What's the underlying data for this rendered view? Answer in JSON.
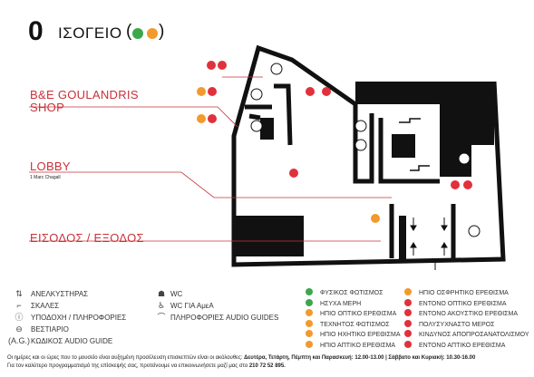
{
  "floor": {
    "number": "0",
    "name": "ΙΣΟΓΕΙΟ",
    "paren_open": "(",
    "paren_close": ")",
    "dot_colors": [
      "#3aa84a",
      "#f29a2e"
    ]
  },
  "zones": {
    "shop": "B&E GOULANDRIS SHOP",
    "lobby": "LOBBY",
    "lobby_note": "1 Marc Chagall",
    "entrance": "ΕΙΣΟΔΟΣ / ΕΞΟΔΟΣ"
  },
  "colors": {
    "red": "#e0313c",
    "orange": "#f29a2e",
    "green": "#3aa84a",
    "zone_red": "#c8323a",
    "wall": "#111111"
  },
  "legend_left": [
    {
      "icon": "elevator-icon",
      "symbol": "⇅",
      "label": "ΑΝΕΛΚΥΣΤΗΡΑΣ"
    },
    {
      "icon": "stairs-icon",
      "symbol": "⌐",
      "label": "ΣΚΑΛΕΣ"
    },
    {
      "icon": "info-icon",
      "symbol": "ⓘ",
      "label": "ΥΠΟΔΟΧΗ / ΠΛΗΡΟΦΟΡΙΕΣ"
    },
    {
      "icon": "wardrobe-icon",
      "symbol": "⊖",
      "label": "ΒΕΣΤΙΑΡΙΟ"
    },
    {
      "icon": "audio-guide-code-icon",
      "symbol": "(A.G.)",
      "label": "ΚΩΔΙΚΟΣ AUDIO GUIDE"
    }
  ],
  "legend_mid": [
    {
      "icon": "wc-icon",
      "symbol": "☗",
      "label": "WC"
    },
    {
      "icon": "wc-accessible-icon",
      "symbol": "♿",
      "label": "WC ΓΙΑ ΑμεΑ"
    },
    {
      "icon": "audio-guide-icon",
      "symbol": "⌒",
      "label": "ΠΛΗΡΟΦΟΡΙΕΣ AUDIO GUIDES"
    }
  ],
  "legend_right_col1": [
    {
      "color": "#3aa84a",
      "label": "ΦΥΣΙΚΟΣ ΦΩΤΙΣΜΟΣ"
    },
    {
      "color": "#3aa84a",
      "label": "ΗΣΥΧΑ ΜΕΡΗ"
    },
    {
      "color": "#f29a2e",
      "label": "ΗΠΙΟ ΟΠΤΙΚΟ ΕΡΕΘΙΣΜΑ"
    },
    {
      "color": "#f29a2e",
      "label": "ΤΕΧΝΗΤΟΣ ΦΩΤΙΣΜΟΣ"
    },
    {
      "color": "#f29a2e",
      "label": "ΗΠΙΟ ΗΧΗΤΙΚΟ ΕΡΕΘΙΣΜΑ"
    },
    {
      "color": "#f29a2e",
      "label": "ΗΠΙΟ ΑΠΤΙΚΟ ΕΡΕΘΙΣΜΑ"
    }
  ],
  "legend_right_col2": [
    {
      "color": "#f29a2e",
      "label": "ΗΠΙΟ ΟΣΦΡΗΤΙΚΟ ΕΡΕΘΙΣΜΑ"
    },
    {
      "color": "#e0313c",
      "label": "ΕΝΤΟΝΟ ΟΠΤΙΚΟ ΕΡΕΘΙΣΜΑ"
    },
    {
      "color": "#e0313c",
      "label": "ΕΝΤΟΝΟ ΑΚΟΥΣΤΙΚΟ ΕΡΕΘΙΣΜΑ"
    },
    {
      "color": "#e0313c",
      "label": "ΠΟΛΥΣΥΧΝΑΣΤΟ ΜΕΡΟΣ"
    },
    {
      "color": "#e0313c",
      "label": "ΚΙΝΔΥΝΟΣ ΑΠΟΠΡΟΣΑΝΑΤΟΛΙΣΜΟΥ"
    },
    {
      "color": "#e0313c",
      "label": "ΕΝΤΟΝΟ ΑΠΤΙΚΟ ΕΡΕΘΙΣΜΑ"
    }
  ],
  "note": {
    "line1_prefix": "Οι ημέρες και οι ώρες που το μουσείο είναι αυξημένη προσέλευση επισκεπτών είναι οι ακόλουθες: ",
    "line1_bold": "Δευτέρα, Τετάρτη, Πέμπτη και Παρασκευή: 12.00-13.00 | Σάββατο και Κυριακή: 10.30-16.00",
    "line2_prefix": "Για τον καλύτερο προγραμματισμό της επίσκεψής σας, προτείνουμε να επικοινωνήσετε μαζί μας στο ",
    "line2_bold": "210 72 52 895."
  }
}
